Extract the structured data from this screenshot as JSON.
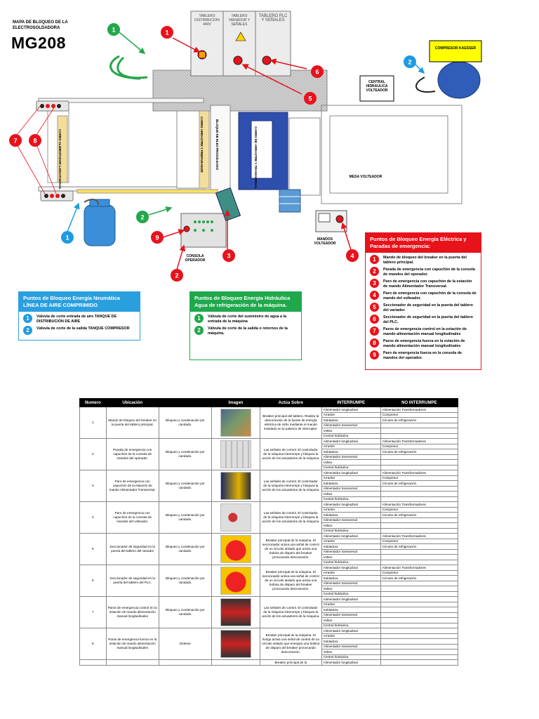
{
  "header": {
    "subtitle": "MAPA DE BLOQUEO DE LA ELECTROSOLDADORA",
    "title": "MG208"
  },
  "panels": {
    "distribucion": "TABLERO DISTRIBUCION 440V",
    "variador": "TABLERO VARIADOR Y SEÑALES",
    "plc": "TABLERO PLC Y SEÑALES"
  },
  "labels": {
    "compresor": "COMPRESOR KAESSER",
    "central": "CENTRAL HIDRAULICA VOLTEADOR",
    "mesa": "MESA VOLTEADOR",
    "mandos": "MANDOS VOLTEADOR",
    "consola": "CONSOLA OPERADOR",
    "carro_long": "CARRO ALIMENTADOR LONGITUDINAL",
    "carro_trans": "CARRO ARRASTRE Y PREPARADOR",
    "bloque": "BLOQUE DE ELECTROSOLDADO",
    "carro_arrastre": "CARRO DE ARRASTRE Y TRANSVERSAL"
  },
  "markers": {
    "red": [
      "1",
      "2",
      "3",
      "4",
      "5",
      "6",
      "7",
      "8",
      "9"
    ],
    "blue": [
      "1",
      "2"
    ],
    "green": [
      "1",
      "2"
    ]
  },
  "legends": {
    "electrica": {
      "title": "Puntos de Bloqueo Energía Eléctrica y Paradas de emergencia:",
      "items": [
        {
          "n": "1",
          "text": "Mando de bloqueo del breaker en la puerta del tablero principal."
        },
        {
          "n": "2",
          "text": "Parada de emergencia con capuchón de la consola de mandos del operador."
        },
        {
          "n": "3",
          "text": "Paro de emergencia con capuchón de la estación de mando Alimentador Transversal."
        },
        {
          "n": "4",
          "text": "Paro de emergencia con capuchón de la consola de mando del volteador."
        },
        {
          "n": "5",
          "text": "Seccionador de seguridad en la puerta del tablero del variador."
        },
        {
          "n": "6",
          "text": "Seccionador de seguridad en la puerta del tablero del PLC."
        },
        {
          "n": "7",
          "text": "Paros de emergencia control en la estación de mando alimentación manual longitudinales"
        },
        {
          "n": "8",
          "text": "Paros de emergencia fuerza en la estación de mando alimentación manual longitudinales"
        },
        {
          "n": "9",
          "text": "Paro de emergencia fuerza en la consola de mandos del operador."
        }
      ]
    },
    "neumatica": {
      "title": "Puntos de Bloqueo Energía Neumática LÍNEA DE AIRE COMPRIMIDO",
      "items": [
        {
          "n": "1",
          "text": "Válvula de corte entrada de aire TANQUE DE DISTRIBUCION DE AIRE"
        },
        {
          "n": "2",
          "text": "Válvula de corte de la salida TANQUE COMPRESOR"
        }
      ]
    },
    "hidraulica": {
      "title": "Puntos de Bloqueo Energía Hidráulica Agua de refrigeración de la máquina.",
      "items": [
        {
          "n": "1",
          "text": "Válvula de corte del suministro de agua a la entrada de la máquina"
        },
        {
          "n": "2",
          "text": "Válvula de corte de la salida o retornos de la máquina."
        }
      ]
    }
  },
  "colors": {
    "red": "#e8121b",
    "blue": "#1e9be0",
    "green": "#23a74a",
    "legend_blue": "#2a9fde",
    "legend_green": "#1fa84c",
    "yellow": "#ffff00"
  },
  "table": {
    "headers": [
      "Numero",
      "Ubicación",
      "",
      "Imagen",
      "Actúa Sobre",
      "INTERRUMPE",
      "NO INTERRUMPE"
    ],
    "rows": [
      {
        "num": "1",
        "ubicacion": "Mando de bloqueo del breaker en la puerta del tablero principal.",
        "tipo": "Bloqueo y condenación por candado.",
        "imagen": "breaker-photo",
        "actua": "Breaker principal del tablero. Realiza la desconexión de la fuente de energía eléctrica de 440v mediante el mando instalado en la palanca de interruptor.",
        "interrumpe": [
          "Alimentador longitudinal",
          "Arrastre",
          "Soldadura",
          "Alimentador transversal",
          "Volteo",
          "Central hidráulica"
        ],
        "no_interrumpe": [
          "Alimentación Transformadores",
          "Compresor",
          "Circuito de refrigeración",
          "",
          "",
          ""
        ]
      },
      {
        "num": "2",
        "ubicacion": "Parada de emergencia con capuchón de la consola de mandos del operador.",
        "tipo": "Bloqueo y condenación por candado.",
        "imagen": "console-photo",
        "actua": "Las señales de control. El controlador de la máquina interrumpe y bloquea la acción de los actuadores de la máquina.",
        "interrumpe": [
          "Alimentador longitudinal",
          "Arrastre",
          "Soldadura",
          "Alimentador transversal",
          "Volteo",
          "Central hidráulica"
        ],
        "no_interrumpe": [
          "Alimentación Transformadores",
          "Compresor",
          "Circuito de refrigeración",
          "",
          "",
          ""
        ]
      },
      {
        "num": "3",
        "ubicacion": "Paro de emergencia con capuchón de la estación de mando Alimentador Transversal.",
        "tipo": "Bloqueo y condenación por candado.",
        "imagen": "station-photo",
        "actua": "Las señales de control. El controlador de la máquina interrumpe y bloquea la acción de los actuadores de la máquina.",
        "interrumpe": [
          "Alimentador longitudinal",
          "Arrastre",
          "Soldadura",
          "Alimentador transversal",
          "Volteo",
          "Central hidráulica"
        ],
        "no_interrumpe": [
          "Alimentación Transformadores",
          "Compresor",
          "Circuito de refrigeración",
          "",
          "",
          ""
        ]
      },
      {
        "num": "4",
        "ubicacion": "Paro de emergencia con capuchón de la consola de mandos del volteador.",
        "tipo": "Bloqueo y condenación por candado.",
        "imagen": "volteador-photo",
        "actua": "Las señales de control. El controlador de la máquina interrumpe y bloquea la acción de los actuadores de la máquina.",
        "interrumpe": [
          "Alimentador longitudinal",
          "Arrastre",
          "Soldadura",
          "Alimentador transversal",
          "Volteo",
          "Central hidráulica"
        ],
        "no_interrumpe": [
          "Alimentación Transformadores",
          "Compresor",
          "Circuito de refrigeración",
          "",
          "",
          ""
        ]
      },
      {
        "num": "5",
        "ubicacion": "Seccionador de seguridad en la puerta del tablero del variador",
        "tipo": "Bloqueo y condenación por candado.",
        "imagen": "seccionador-photo",
        "actua": "Breaker principal de la máquina. El seccionador activa una señal de control de un circuito aislado que activa una bobina de disparo del breaker provocando desconexión.",
        "interrumpe": [
          "Alimentador longitudinal",
          "Arrastre",
          "Soldadura",
          "Alimentador transversal",
          "Volteo",
          "Central hidráulica"
        ],
        "no_interrumpe": [
          "Alimentación Transformadores",
          "Compresor",
          "Circuito de refrigeración",
          "",
          "",
          ""
        ]
      },
      {
        "num": "6",
        "ubicacion": "Seccionador de seguridad en la puerta del tablero del PLC.",
        "tipo": "Bloqueo y condenación por candado.",
        "imagen": "seccionador-photo",
        "actua": "Breaker principal de la máquina. El seccionador activa una señal de control de un circuito aislado que activa una bobina de disparo del breaker provocando desconexión.",
        "interrumpe": [
          "Alimentador longitudinal",
          "Arrastre",
          "Soldadura",
          "Alimentador transversal",
          "Volteo",
          "Central hidráulica"
        ],
        "no_interrumpe": [
          "Alimentación Transformadores",
          "Compresor",
          "Circuito de refrigeración",
          "",
          "",
          ""
        ]
      },
      {
        "num": "7",
        "ubicacion": "Paros de emergencia control en la estación de mando alimentación manual longitudinales",
        "tipo": "Bloqueo y condenación por candado.",
        "imagen": "emergency-photo",
        "actua": "Las señales de control. El controlador de la máquina interrumpe y bloquea la acción de los actuadores de la máquina.",
        "interrumpe": [
          "Alimentador longitudinal",
          "Arrastre",
          "Soldadura",
          "Alimentador transversal",
          "Volteo",
          "Central hidráulica"
        ],
        "no_interrumpe": [
          "",
          "",
          "",
          "",
          "",
          ""
        ]
      },
      {
        "num": "8",
        "ubicacion": "Paros de emergencia fuerza en la estación de mando alimentación manual longitudinales",
        "tipo": "Detiene",
        "imagen": "emergency-photo",
        "actua": "Breaker principal de la máquina. El hongo activa una señal de control de un circuito aislado que energiza una bobina de disparo del breaker provocando desconexión.",
        "interrumpe": [
          "Alimentador longitudinal",
          "Arrastre",
          "Soldadura",
          "Alimentador transversal",
          "Volteo",
          "Central hidráulica"
        ],
        "no_interrumpe": [
          "",
          "",
          "",
          "",
          "",
          ""
        ]
      }
    ],
    "partial_row": {
      "actua": "Breaker principal de la",
      "interrumpe": "Alimentador longitudinal"
    }
  }
}
